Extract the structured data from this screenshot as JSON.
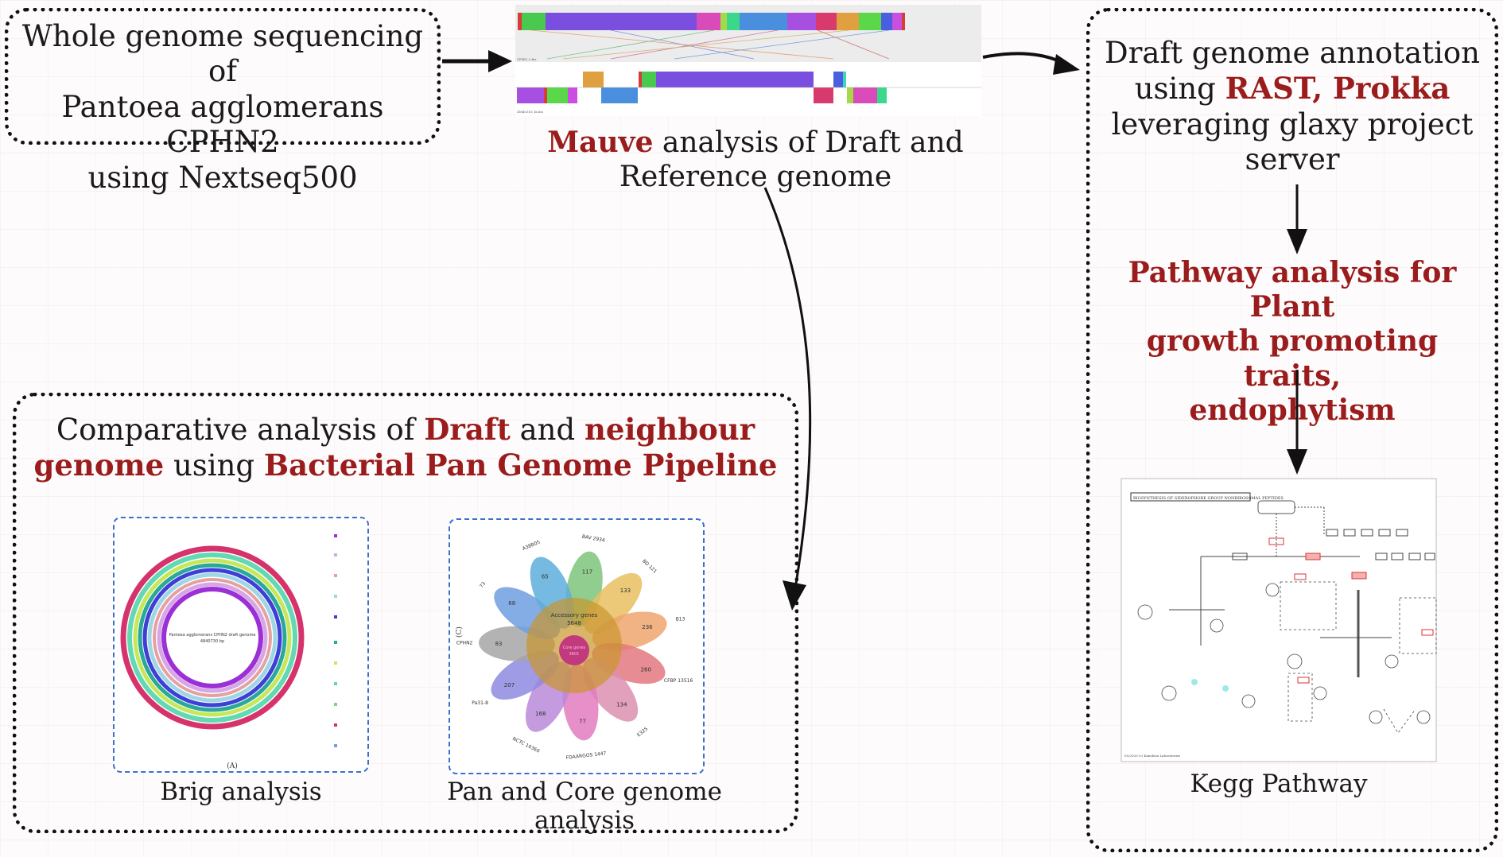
{
  "steps": {
    "sequencing": {
      "line1": "Whole genome sequencing of",
      "line2": "Pantoea agglomerans CPHN2",
      "line3": "using Nextseq500"
    },
    "mauve": {
      "highlight": "Mauve",
      "rest1": " analysis of Draft and",
      "line2": "Reference genome",
      "reference_label": "CPHN_2.fas",
      "draft_label": "ZM4031S_fa.fas"
    },
    "annotation": {
      "line1": "Draft genome annotation",
      "line2_prefix": "using ",
      "line2_highlight": "RAST, Prokka",
      "line3": "leveraging glaxy project",
      "line4": "server"
    },
    "pathway": {
      "line1": "Pathway analysis for Plant",
      "line2": "growth promoting traits,",
      "line3": "endophytism"
    },
    "kegg": {
      "caption": "Kegg Pathway",
      "map_title": "BIOSYNTHESIS OF SIDEROPHORE GROUP NONRIBOSOMAL PEPTIDES"
    },
    "comparative": {
      "p1": "Comparative analysis of ",
      "h1": "Draft",
      "p2": " and ",
      "h2": "neighbour",
      "h3": "genome",
      "p3": " using ",
      "h4": "Bacterial Pan Genome Pipeline"
    },
    "brig": {
      "caption": "Brig analysis",
      "panel_label": "(A)",
      "center_line1": "Pantoea agglomerans CPHN2 draft genome",
      "center_line2": "4840730 bp"
    },
    "pancore": {
      "caption": "Pan and Core genome analysis",
      "panel_label": "(C)",
      "accessory_label": "Accessory genes",
      "accessory_count": "5648",
      "core_label": "Core genes",
      "core_count": "3601",
      "petals": [
        {
          "name": "BAV 2934",
          "count": "117",
          "color": "#7cc47a"
        },
        {
          "name": "BD 121",
          "count": "133",
          "color": "#e8c062"
        },
        {
          "name": "B13",
          "count": "236",
          "color": "#eea46e"
        },
        {
          "name": "CFBP 13516",
          "count": "260",
          "color": "#e3787f"
        },
        {
          "name": "E325",
          "count": "134",
          "color": "#dc8fb0"
        },
        {
          "name": "FDAARGOS 1447",
          "count": "77",
          "color": "#e27bc0"
        },
        {
          "name": "NCTC 10360",
          "count": "168",
          "color": "#b98ad8"
        },
        {
          "name": "Pa31-8",
          "count": "207",
          "color": "#8f8ae0"
        },
        {
          "name": "CPHN2",
          "count": "83",
          "color": "#a6a6a6"
        },
        {
          "name": "73",
          "count": "68",
          "color": "#6f9de0"
        },
        {
          "name": "A38B05",
          "count": "65",
          "color": "#5eaedc"
        }
      ]
    }
  },
  "colors": {
    "highlight": "#9b1c1c",
    "border": "#111111",
    "panel_border": "#3a6fd0"
  }
}
